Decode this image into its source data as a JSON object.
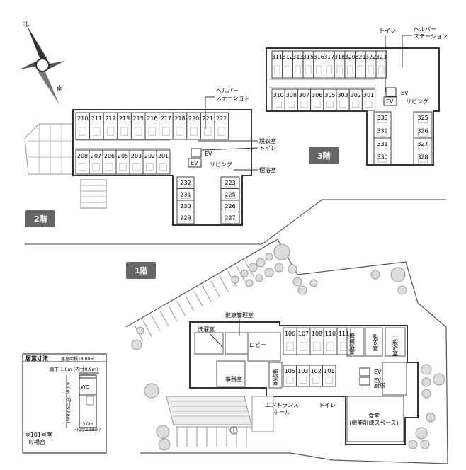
{
  "compass": {
    "north": "北",
    "south": "南"
  },
  "floors": {
    "floor3": {
      "badge": "3階",
      "rooms_top": [
        "311",
        "312",
        "313",
        "315",
        "316",
        "317",
        "318",
        "320",
        "321",
        "322",
        "323"
      ],
      "rooms_bottom": [
        "310",
        "308",
        "307",
        "306",
        "305",
        "303",
        "302",
        "301"
      ],
      "rooms_right_left": [
        "333",
        "332",
        "331",
        "330"
      ],
      "rooms_right_right": [
        "325",
        "326",
        "327",
        "328"
      ],
      "labels": {
        "toilet": "トイレ",
        "helper_station": "ヘルパー\nステーション",
        "ev_a": "EV",
        "ev_b": "EV",
        "living": "リビング"
      }
    },
    "floor2": {
      "badge": "2階",
      "rooms_top": [
        "210",
        "211",
        "212",
        "213",
        "215",
        "216",
        "217",
        "218",
        "220",
        "221",
        "222"
      ],
      "rooms_bottom": [
        "208",
        "207",
        "206",
        "205",
        "203",
        "202",
        "201"
      ],
      "rooms_wing_left": [
        "232",
        "231",
        "230",
        "228"
      ],
      "rooms_wing_right": [
        "223",
        "225",
        "226",
        "227"
      ],
      "labels": {
        "helper_station": "ヘルパー\nステーション",
        "changing_room": "脱衣室",
        "toilet": "トイレ",
        "ev_a": "EV",
        "ev_b": "EV",
        "living": "リビング",
        "bath": "個浴室"
      }
    },
    "floor1": {
      "badge": "1階",
      "rooms_top": [
        "106",
        "107",
        "108",
        "110",
        "111"
      ],
      "rooms_bottom": [
        "105",
        "103",
        "102",
        "101"
      ],
      "labels": {
        "health_room": "健康管理室",
        "laundry": "洗濯室",
        "lobby": "ロビー",
        "machine_bath": "機械浴室",
        "changing_room": "脱衣室",
        "general_bath": "一般浴室",
        "office": "事務室",
        "consult": "相談室",
        "ev_a": "EV",
        "ev_b": "EV",
        "kitchen": "厨房",
        "entrance": "エントランス\nホール",
        "toilet": "トイレ",
        "dining": "食堂\n(機能訓練スペース)"
      }
    }
  },
  "room_dimensions": {
    "title": "居室寸法",
    "area_note": "居室面積18.00㎡",
    "corridor_note": "廊下 1.0m (内寸0.9m)",
    "depth_note": "6.0m (内寸5.88m)",
    "width_note": "3.0m\n(内寸2.88m)",
    "wc": "WC",
    "footnote": "※101号室\nの場合"
  }
}
